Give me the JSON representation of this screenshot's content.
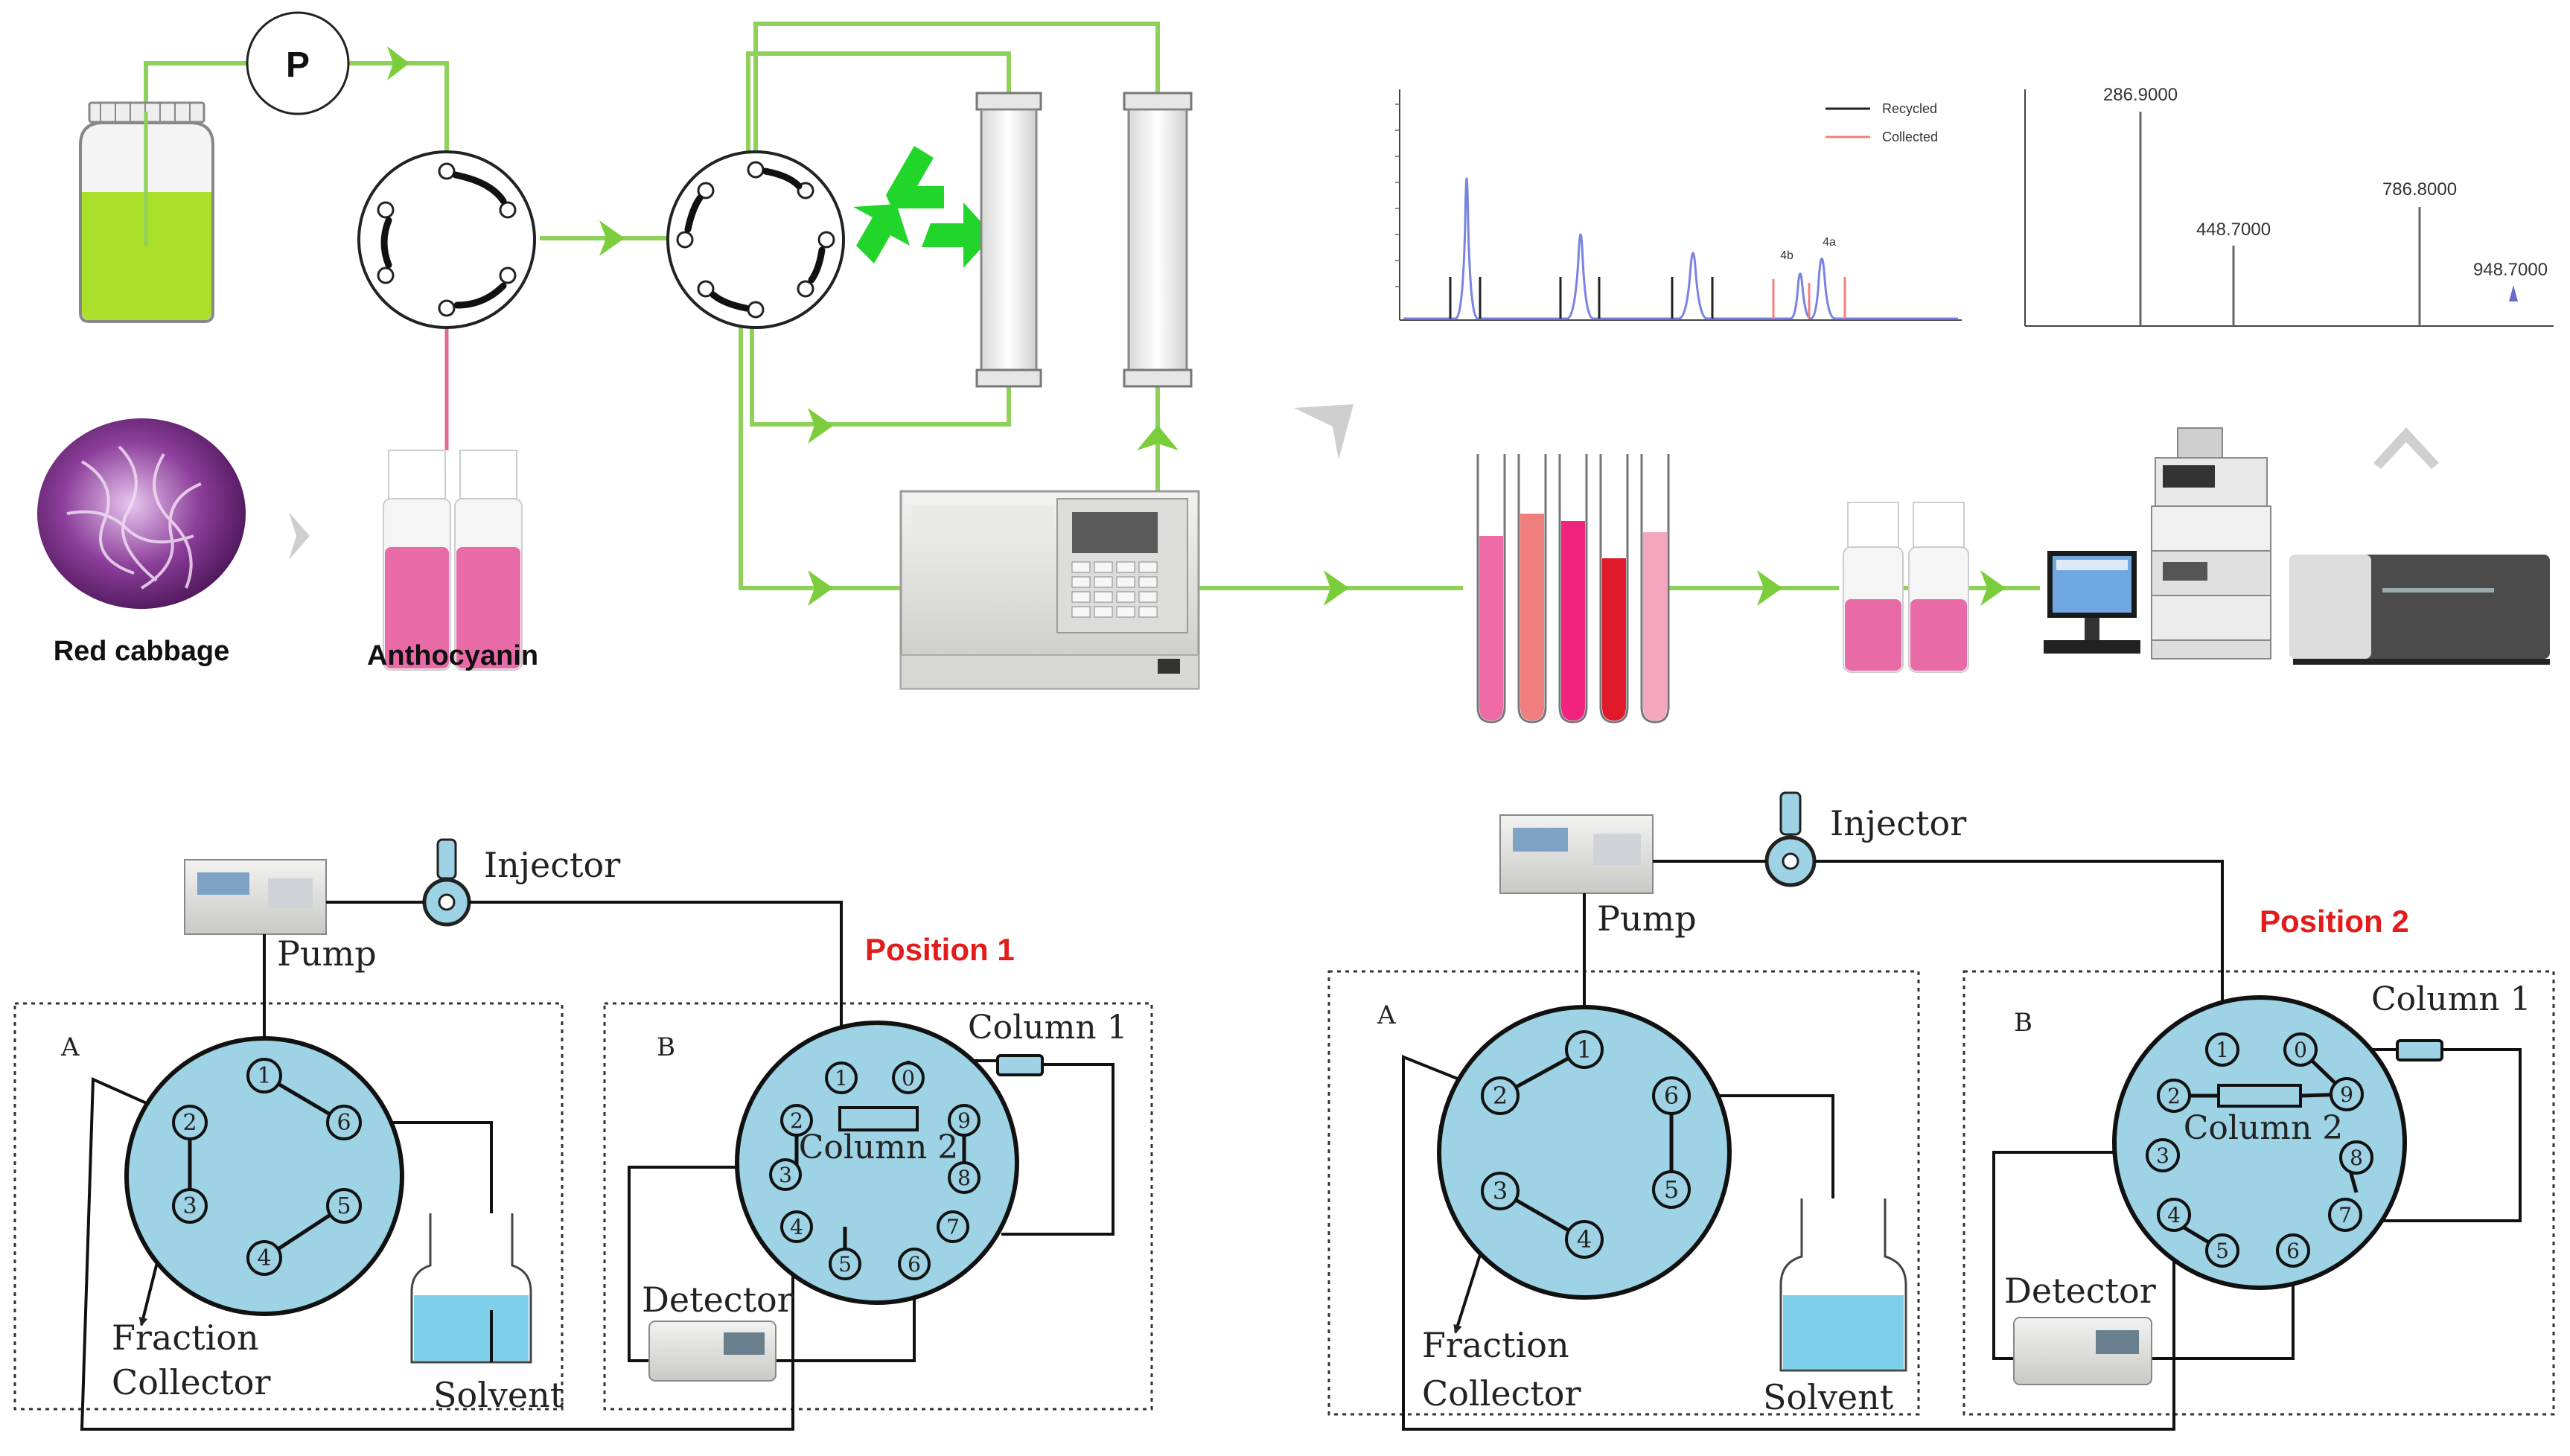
{
  "top_flow": {
    "pump_symbol": "P",
    "red_cabbage_label": "Red cabbage",
    "anthocyanin_label": "Anthocyanin",
    "chromatogram": {
      "legend": [
        "Recycled",
        "Collected"
      ],
      "peak_labels": [
        "4b",
        "4a"
      ]
    },
    "mass_spectrum": {
      "peaks": [
        "286.9000",
        "448.7000",
        "786.8000",
        "948.7000"
      ]
    }
  },
  "position1": {
    "title": "Position 1",
    "injector_label": "Injector",
    "pump_label": "Pump",
    "box_a_label": "A",
    "box_b_label": "B",
    "column1_label": "Column 1",
    "column2_label": "Column 2",
    "detector_label": "Detector",
    "fraction_label_1": "Fraction",
    "fraction_label_2": "Collector",
    "solvent_label": "Solvent",
    "valve_a_ports": [
      "1",
      "2",
      "3",
      "4",
      "5",
      "6"
    ],
    "valve_b_ports": [
      "1",
      "0",
      "9",
      "8",
      "7",
      "6",
      "5",
      "4",
      "3",
      "2"
    ]
  },
  "position2": {
    "title": "Position 2",
    "injector_label": "Injector",
    "pump_label": "Pump",
    "box_a_label": "A",
    "box_b_label": "B",
    "column1_label": "Column 1",
    "column2_label": "Column 2",
    "detector_label": "Detector",
    "fraction_label_1": "Fraction",
    "fraction_label_2": "Collector",
    "solvent_label": "Solvent",
    "valve_a_ports": [
      "1",
      "2",
      "3",
      "4",
      "5",
      "6"
    ],
    "valve_b_ports": [
      "1",
      "0",
      "9",
      "8",
      "7",
      "6",
      "5",
      "4",
      "3",
      "2"
    ]
  },
  "colors": {
    "flow_line": "#8ed15a",
    "green_arrow": "#7ccd3c",
    "recycle_green": "#22d52b",
    "valve_fill": "#9dd3e4",
    "liquid_green": "#aadf2a",
    "pink_liquid": "#e86aa7",
    "title_red": "#e31b1b"
  }
}
